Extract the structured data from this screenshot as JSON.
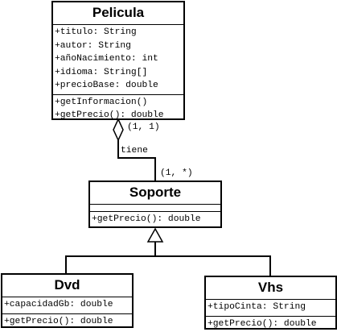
{
  "classes": {
    "pelicula": {
      "name": "Pelicula",
      "attributes": [
        "+titulo: String",
        "+autor: String",
        "+añoNacimiento: int",
        "+idioma: String[]",
        "+precioBase: double"
      ],
      "operations": [
        "+getInformacion()",
        "+getPrecio(): double"
      ]
    },
    "soporte": {
      "name": "Soporte",
      "attributes": [],
      "operations": [
        "+getPrecio(): double"
      ]
    },
    "dvd": {
      "name": "Dvd",
      "attributes": [
        "+capacidadGb: double"
      ],
      "operations": [
        "+getPrecio(): double"
      ]
    },
    "vhs": {
      "name": "Vhs",
      "attributes": [
        "+tipoCinta: String"
      ],
      "operations": [
        "+getPrecio(): double"
      ]
    }
  },
  "relations": {
    "aggregation": {
      "label": "tiene",
      "multiplicity_whole": "(1, 1)",
      "multiplicity_part": "(1, *)"
    }
  }
}
